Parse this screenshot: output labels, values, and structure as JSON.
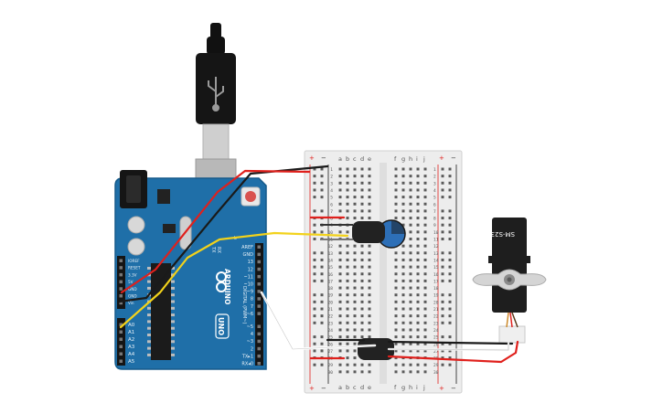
{
  "colors": {
    "board": "#1f6fa8",
    "board_dark": "#165a8a",
    "breadboard": "#efefef",
    "wire_red": "#e0201c",
    "wire_black": "#1a1a1a",
    "wire_yellow": "#f2d21b",
    "wire_white": "#f4f4f4",
    "capacitor_body": "#222222",
    "servo_body": "#1e1e1e",
    "servo_horn": "#d5d5d5"
  },
  "arduino": {
    "brand": "ARDUINO",
    "model": "UNO",
    "analog_header": [
      "A0",
      "A1",
      "A2",
      "A3",
      "A4",
      "A5"
    ],
    "power_header": [
      "IOREF",
      "RESET",
      "3.3V",
      "5V",
      "GND",
      "GND",
      "Vin"
    ],
    "digital_header": [
      "AREF",
      "GND",
      "13",
      "12",
      "~11",
      "~10",
      "~9",
      "8",
      "7",
      "~6",
      "~5",
      "4",
      "~3",
      "2",
      "TX▸1",
      "RX◂0"
    ],
    "digital_title": "DIGITAL (PWM~)",
    "tx": "TX",
    "rx": "RX",
    "l_led": "L"
  },
  "breadboard": {
    "columns_left": [
      "a",
      "b",
      "c",
      "d",
      "e"
    ],
    "columns_right": [
      "f",
      "g",
      "h",
      "i",
      "j"
    ],
    "rows": [
      "1",
      "2",
      "3",
      "4",
      "5",
      "6",
      "7",
      "8",
      "9",
      "10",
      "11",
      "12",
      "13",
      "14",
      "15",
      "16",
      "17",
      "18",
      "19",
      "20",
      "21",
      "22",
      "23",
      "24",
      "25",
      "26",
      "27",
      "28",
      "29",
      "30"
    ],
    "plus": "+",
    "minus": "−"
  },
  "servo": {
    "label": "SM-S2309S"
  },
  "icons": {
    "usb": "usb-trident-icon",
    "arduino_logo": "infinity-logo-icon"
  }
}
